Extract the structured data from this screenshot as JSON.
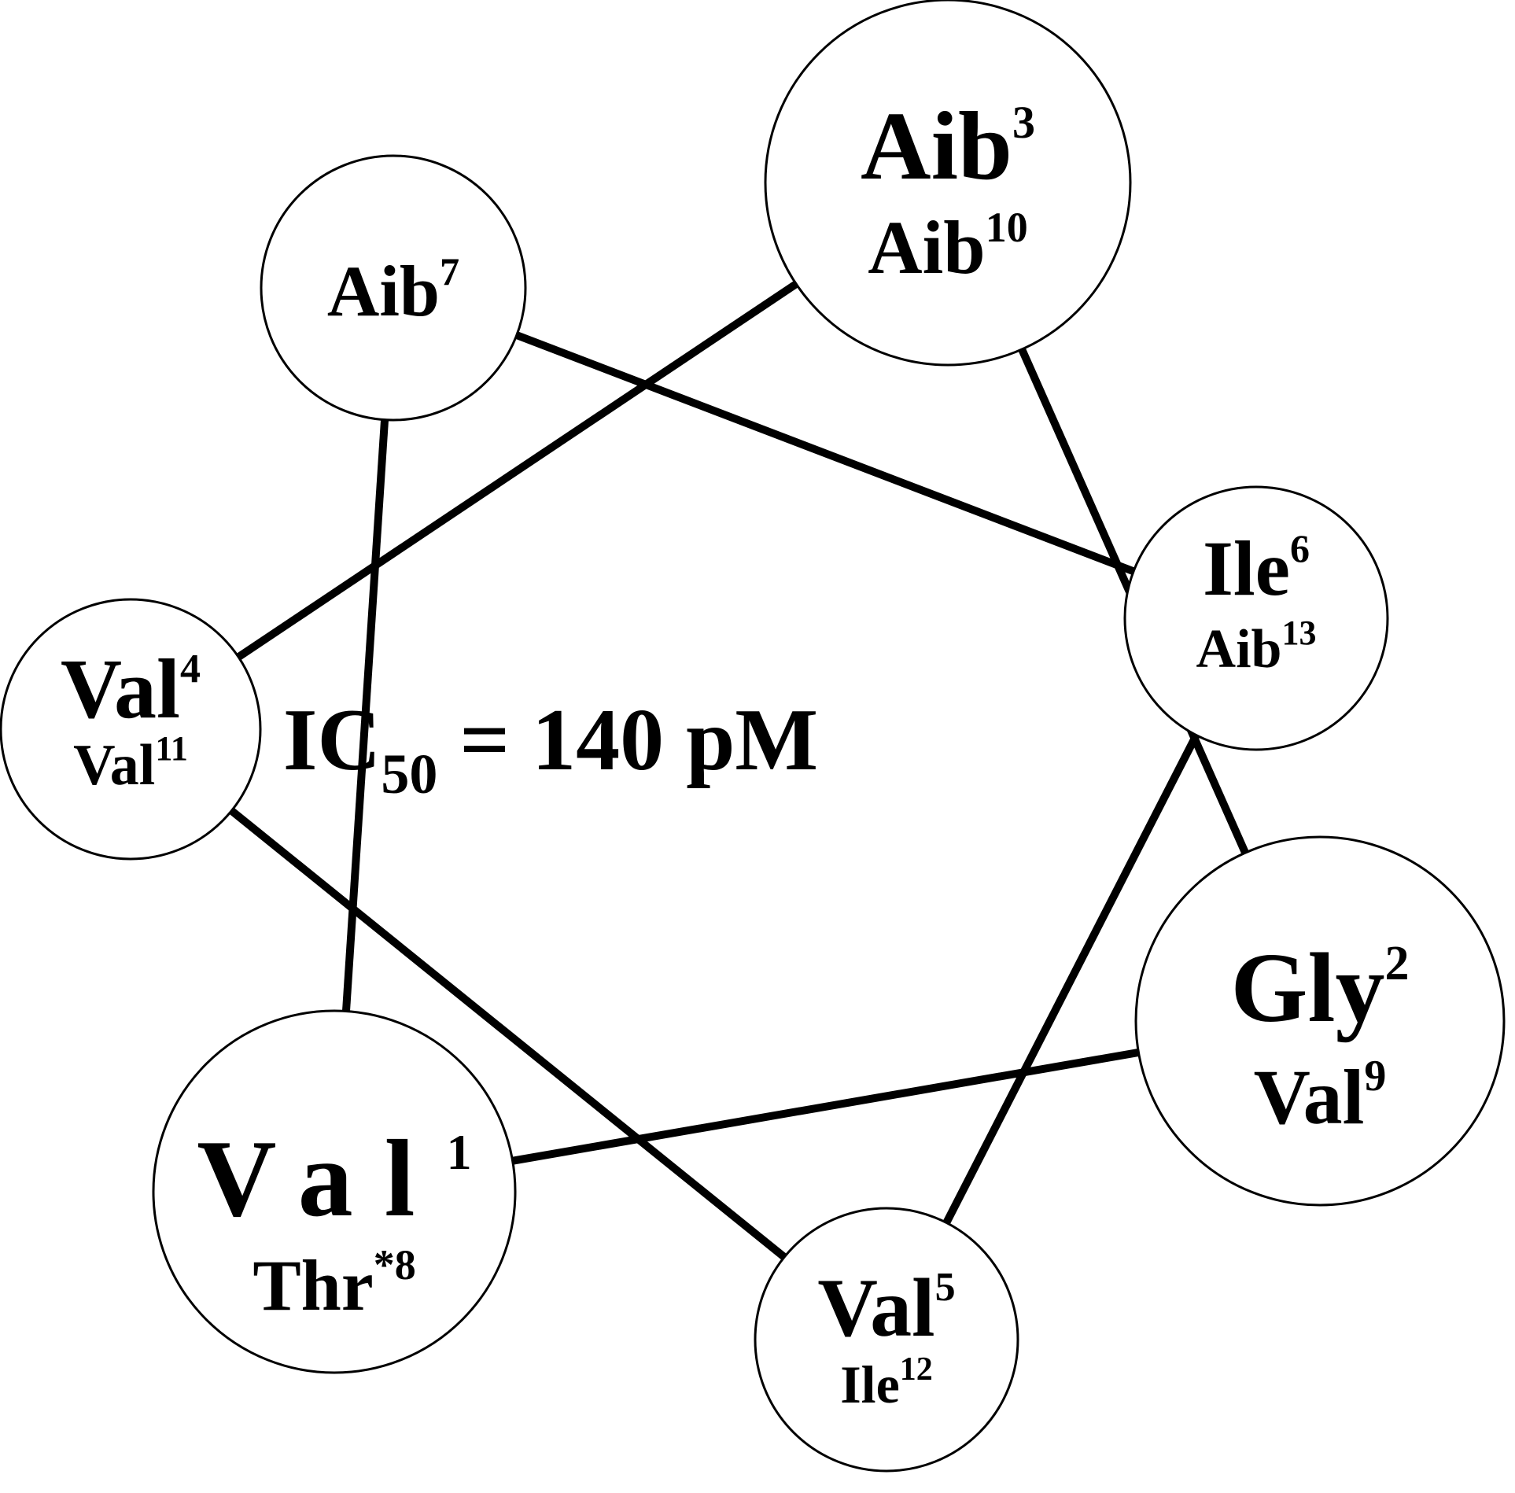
{
  "diagram": {
    "type": "helical-wheel",
    "center_label": {
      "main": "IC",
      "subscript": "50",
      "rest": " = 140 pM"
    },
    "residues": [
      {
        "id": "n1",
        "primary": {
          "name": "Val",
          "number": "1"
        },
        "secondary": {
          "name": "Thr",
          "number": "*8"
        }
      },
      {
        "id": "n2",
        "primary": {
          "name": "Gly",
          "number": "2"
        },
        "secondary": {
          "name": "Val",
          "number": "9"
        }
      },
      {
        "id": "n3",
        "primary": {
          "name": "Aib",
          "number": "3"
        },
        "secondary": {
          "name": "Aib",
          "number": "10"
        }
      },
      {
        "id": "n4",
        "primary": {
          "name": "Val",
          "number": "4"
        },
        "secondary": {
          "name": "Val",
          "number": "11"
        }
      },
      {
        "id": "n5",
        "primary": {
          "name": "Val",
          "number": "5"
        },
        "secondary": {
          "name": "Ile",
          "number": "12"
        }
      },
      {
        "id": "n6",
        "primary": {
          "name": "Ile",
          "number": "6"
        },
        "secondary": {
          "name": "Aib",
          "number": "13"
        }
      },
      {
        "id": "n7",
        "primary": {
          "name": "Aib",
          "number": "7"
        },
        "secondary": null
      }
    ],
    "connections": [
      [
        "n1",
        "n2"
      ],
      [
        "n2",
        "n3"
      ],
      [
        "n3",
        "n4"
      ],
      [
        "n4",
        "n5"
      ],
      [
        "n5",
        "n6"
      ],
      [
        "n6",
        "n7"
      ],
      [
        "n7",
        "n1"
      ]
    ]
  }
}
